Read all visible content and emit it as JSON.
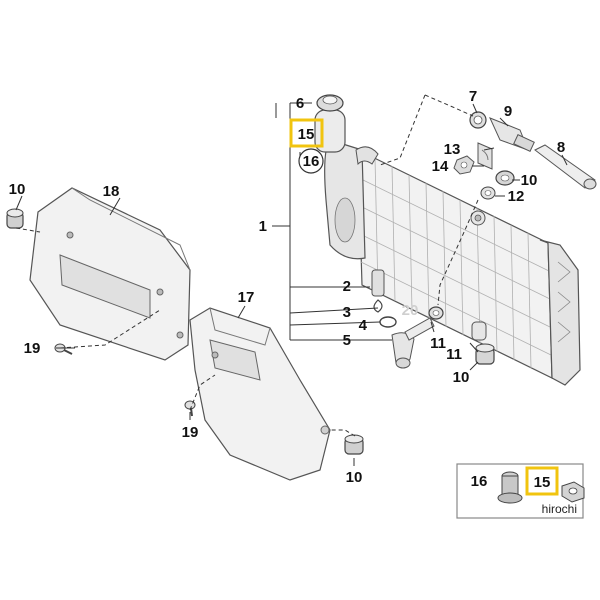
{
  "callouts": {
    "c1": "1",
    "c2": "2",
    "c3": "3",
    "c4": "4",
    "c5": "5",
    "c6": "6",
    "c7": "7",
    "c8": "8",
    "c9": "9",
    "c10a": "10",
    "c10b": "10",
    "c10c": "10",
    "c10d": "10",
    "c11a": "11",
    "c11b": "11",
    "c12": "12",
    "c13": "13",
    "c14": "14",
    "c15": "15",
    "c16": "16",
    "c17": "17",
    "c18": "18",
    "c19a": "19",
    "c19b": "19",
    "c20": "20"
  },
  "inset": {
    "left_label": "16",
    "right_label": "15"
  },
  "watermark": "hirochi",
  "colors": {
    "highlight": "#f1c40f",
    "part_fill": "#f2f2f2",
    "part_shade": "#d9d9d9",
    "line": "#333333"
  }
}
